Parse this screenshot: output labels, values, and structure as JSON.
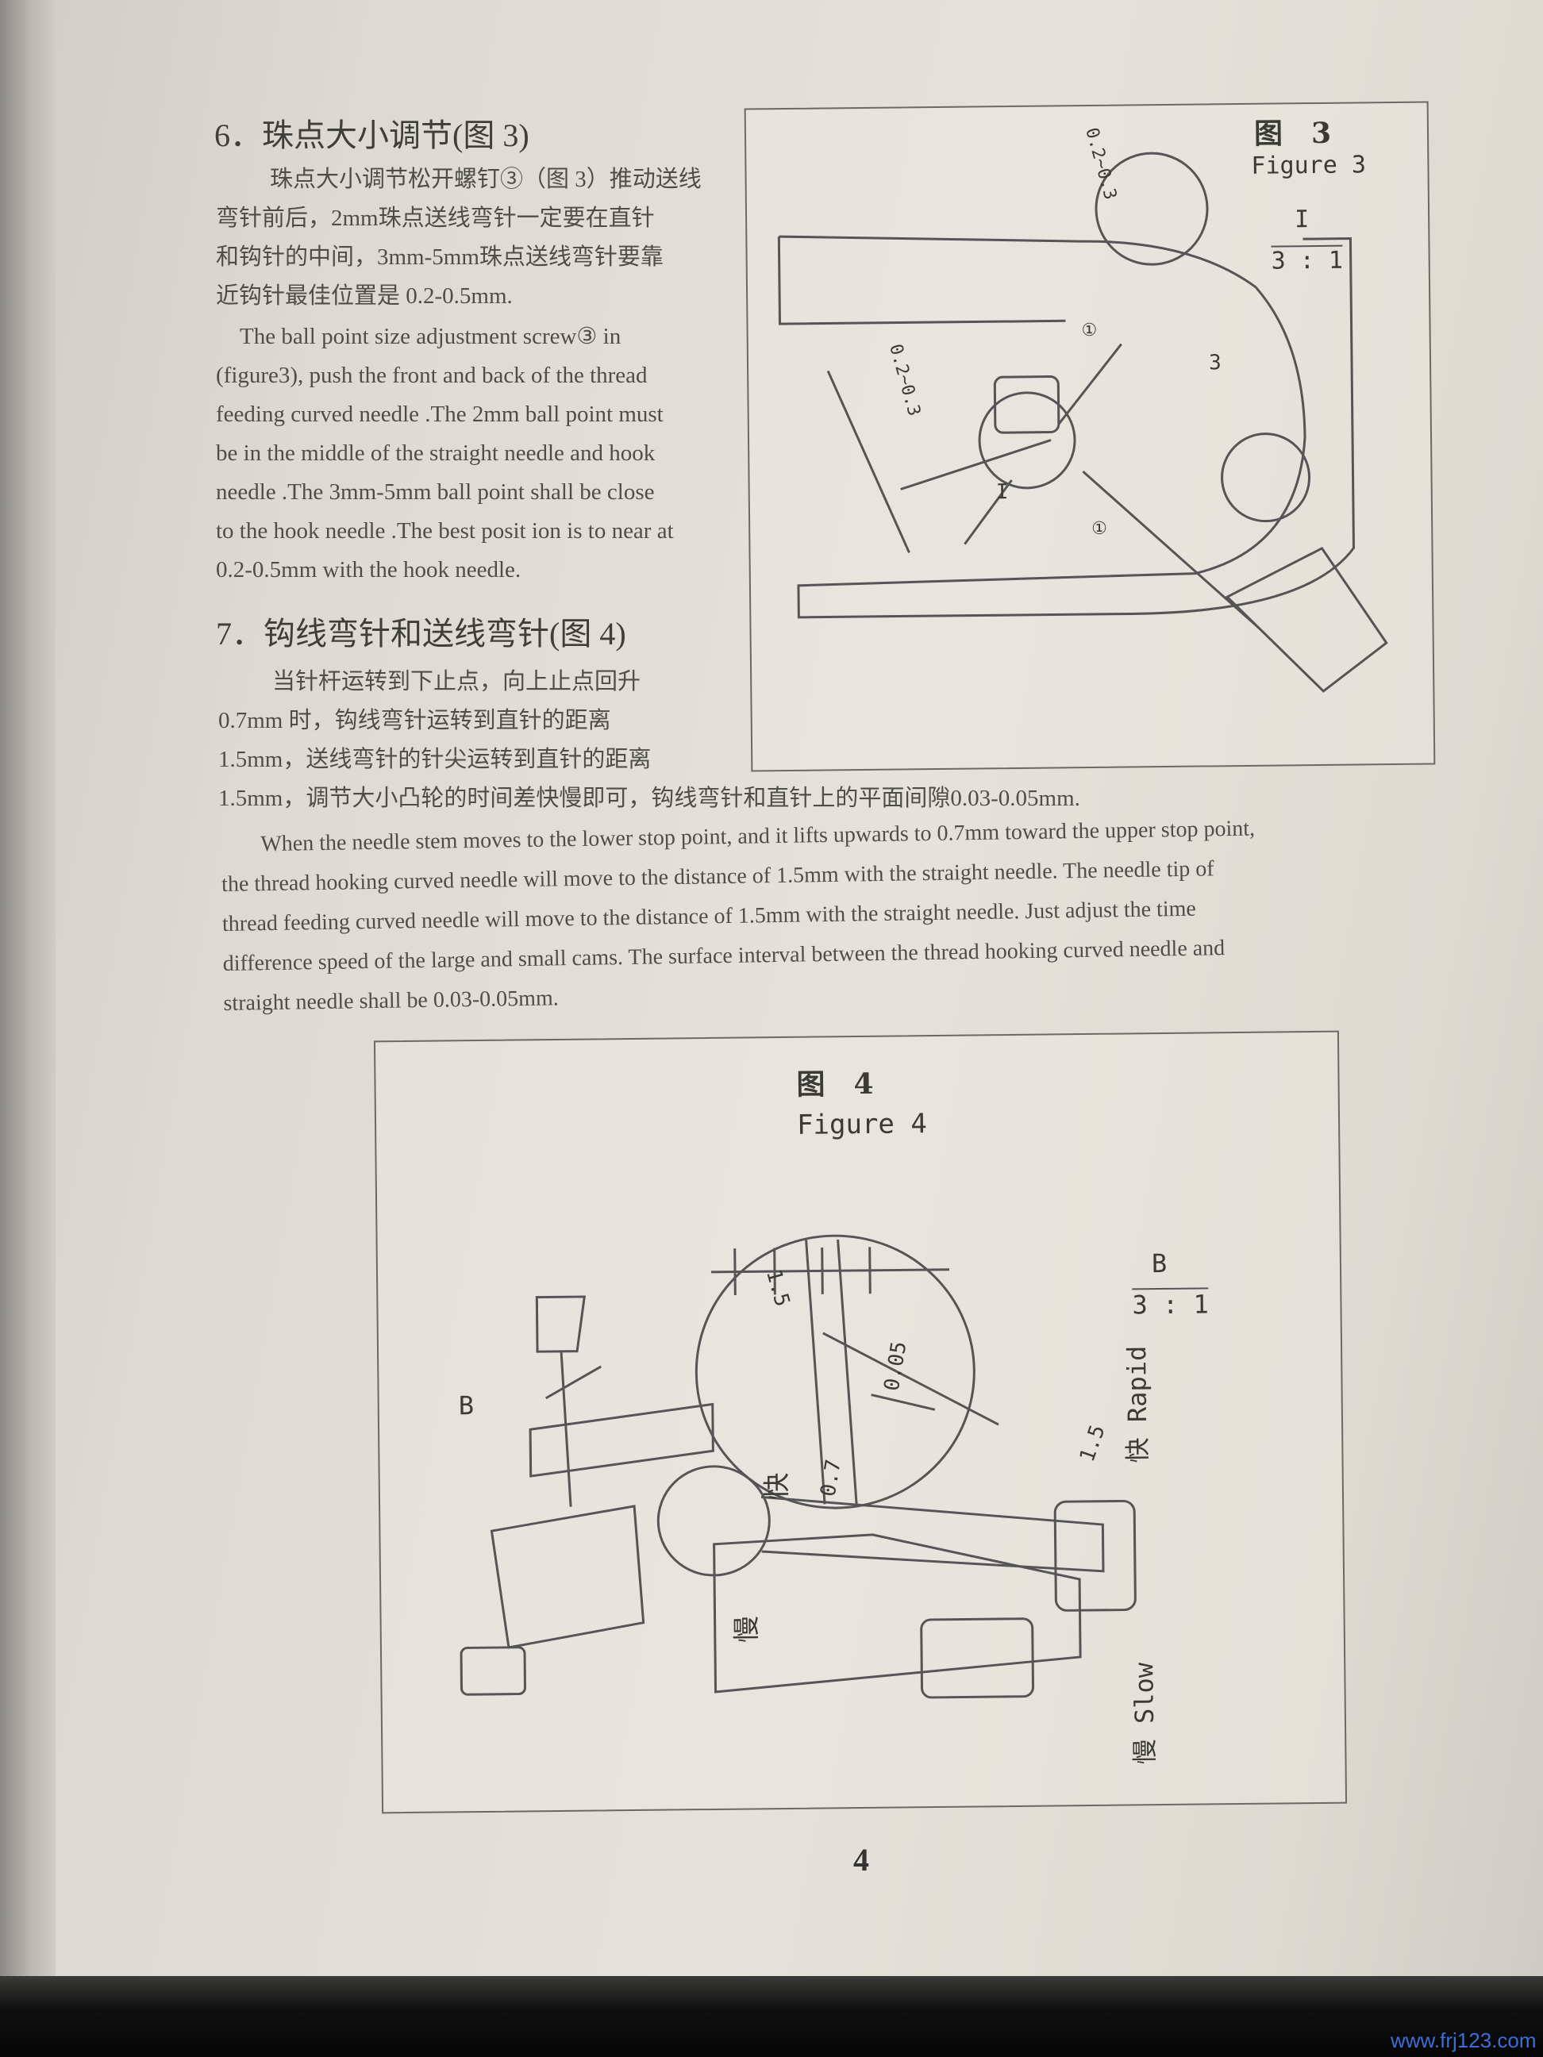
{
  "section6": {
    "heading": "6．珠点大小调节(图 3)",
    "zh_lines": [
      "珠点大小调节松开螺钉③（图 3）推动送线",
      "弯针前后，2mm珠点送线弯针一定要在直针",
      "和钩针的中间，3mm-5mm珠点送线弯针要靠",
      "近钩针最佳位置是 0.2-0.5mm."
    ],
    "en_lines": [
      "The  ball  point  size  adjustment  screw③  in",
      "(figure3), push the front and back of the thread",
      "feeding curved needle .The 2mm ball point must",
      "be in the middle of the straight needle and hook",
      "needle .The 3mm-5mm ball point shall be close",
      "to the hook needle .The best posit ion is to near at",
      "0.2-0.5mm with the hook needle."
    ]
  },
  "figure3": {
    "title_zh": "图　3",
    "title_en": "Figure 3",
    "detail_label": "I",
    "detail_scale": "3 : 1",
    "dim_top": "0.2~0.3",
    "dim_side": "0.2~0.3",
    "callout_3": "3",
    "callout_I": "I",
    "marker_1a": "①",
    "marker_1b": "①"
  },
  "section7": {
    "heading": "7．钩线弯针和送线弯针(图 4)",
    "zh_lines": [
      "当针杆运转到下止点，向上止点回升",
      "0.7mm  时，钩线弯针运转到直针的距离",
      "1.5mm，送线弯针的针尖运转到直针的距离",
      "1.5mm，调节大小凸轮的时间差快慢即可，钩线弯针和直针上的平面间隙0.03-0.05mm."
    ],
    "en_lines": [
      "When the needle stem moves to the lower stop point, and it lifts upwards to 0.7mm toward the upper stop point,",
      "the thread hooking curved needle will move to the distance of 1.5mm with the straight needle. The needle tip of",
      "thread feeding curved needle will move to the distance of 1.5mm with the straight needle. Just adjust the time",
      "difference speed of the large and small cams. The surface interval between the thread hooking curved needle and",
      "straight needle shall be 0.03-0.05mm."
    ]
  },
  "figure4": {
    "title_zh": "图　4",
    "title_en": "Figure 4",
    "detail_label": "B",
    "detail_scale": "3 : 1",
    "dim_a": "1.5",
    "dim_b": "0.05",
    "dim_c": "0.7",
    "dim_d": "1.5",
    "callout_B": "B",
    "fast_zh": "快",
    "slow_zh": "慢",
    "rapid": "快 Rapid",
    "slow": "慢 Slow"
  },
  "page_number": "4",
  "watermark": "www.frj123.com"
}
